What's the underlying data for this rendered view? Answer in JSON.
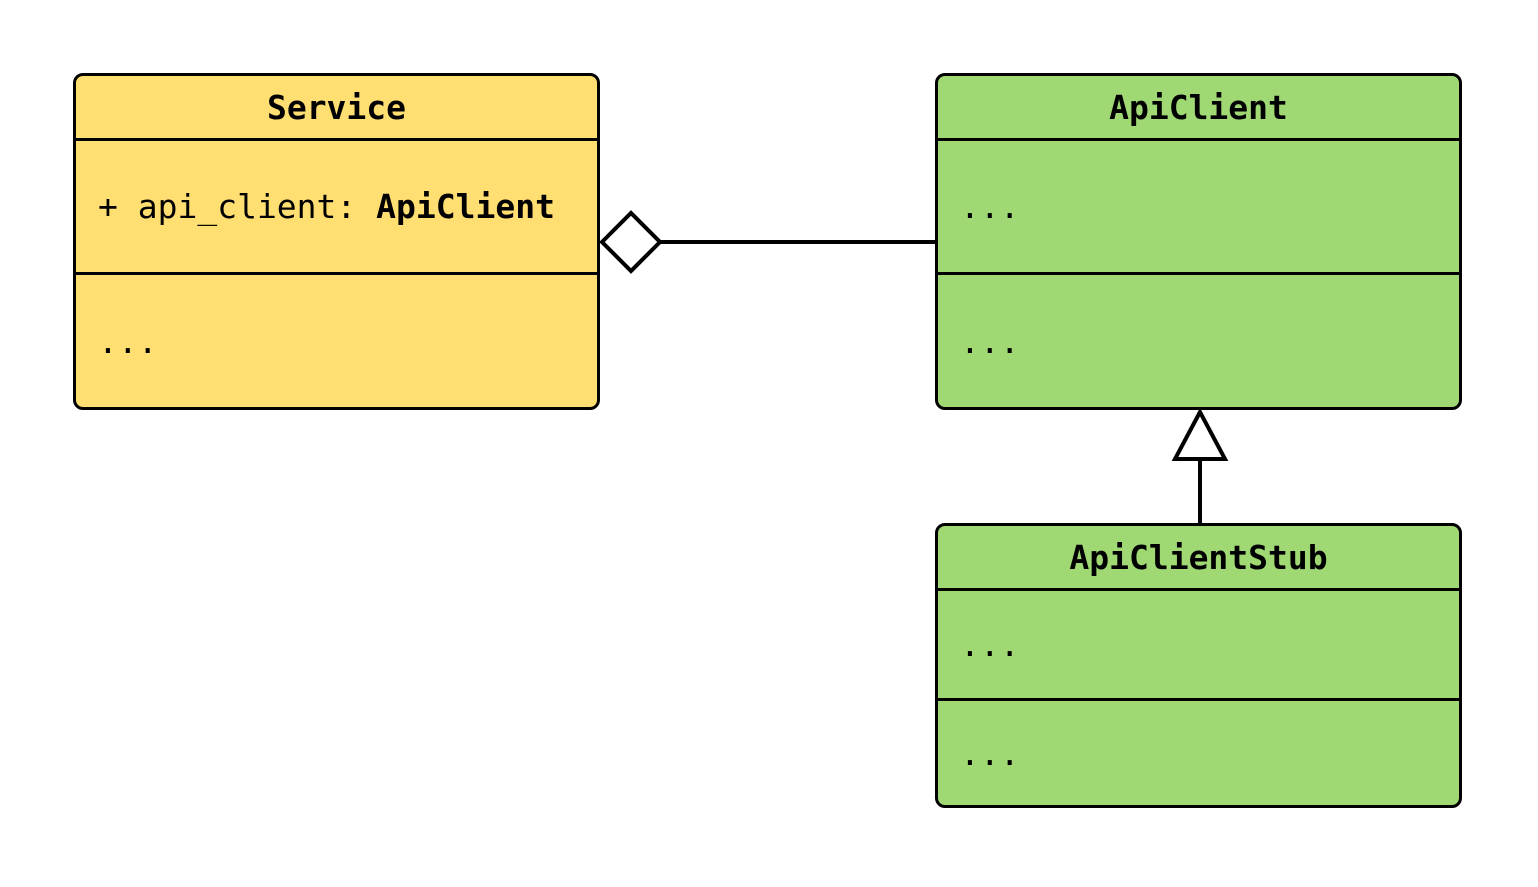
{
  "classes": {
    "service": {
      "title": "Service",
      "attribute": {
        "prefix": "+ api_client: ",
        "type": "ApiClient"
      },
      "methods_text": "...",
      "fill": "#FFDE72"
    },
    "api_client": {
      "title": "ApiClient",
      "attributes_text": "...",
      "methods_text": "...",
      "fill": "#A0D874"
    },
    "api_client_stub": {
      "title": "ApiClientStub",
      "attributes_text": "...",
      "methods_text": "...",
      "fill": "#A0D874"
    }
  },
  "relationships": [
    {
      "type": "aggregation",
      "whole": "Service",
      "part": "ApiClient",
      "marker": "hollow-diamond",
      "marker_at": "Service"
    },
    {
      "type": "inheritance",
      "child": "ApiClientStub",
      "parent": "ApiClient",
      "marker": "hollow-triangle",
      "marker_at": "ApiClient"
    }
  ],
  "colors": {
    "service_fill": "#FFDE72",
    "client_fill": "#A0D874",
    "stroke": "#000000",
    "background": "#FFFFFF",
    "marker_fill": "#FFFFFF"
  }
}
